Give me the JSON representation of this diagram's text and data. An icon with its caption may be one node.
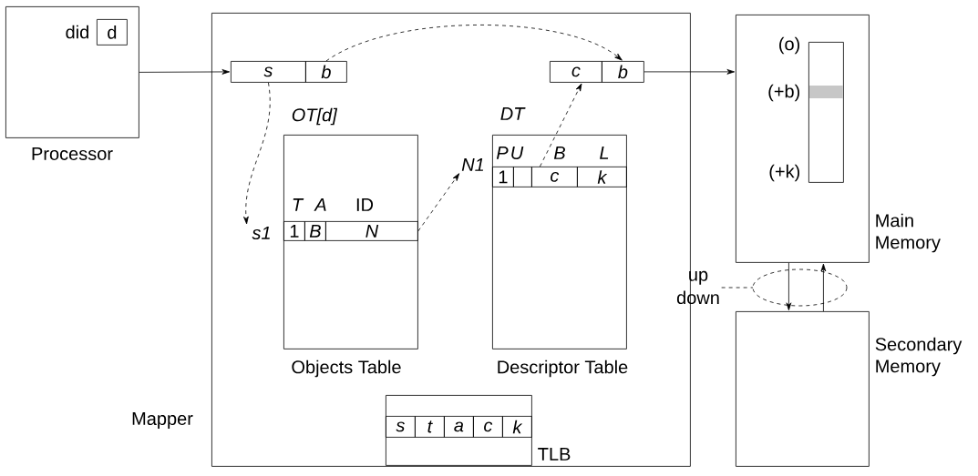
{
  "diagram": {
    "nodes": [
      {
        "text": [
          "Processor"
        ]
      },
      {
        "text": [
          "d"
        ],
        "in": 0,
        "beside": [
          "did"
        ]
      },
      {
        "text": [
          "Mapper"
        ]
      },
      {
        "text": [
          "s"
        ],
        "in": 2
      },
      {
        "text": [
          "b"
        ],
        "in": 2
      },
      {
        "text": [
          "c"
        ],
        "in": 2
      },
      {
        "text": [
          "b"
        ],
        "in": 2
      },
      {
        "text": [
          "OT[d]",
          "Objects Table"
        ],
        "in": 2
      },
      {
        "text": [
          "1"
        ],
        "in": 7
      },
      {
        "text": [
          "B"
        ],
        "in": 7
      },
      {
        "text": [
          "N"
        ],
        "in": 7
      },
      {
        "text": [
          "s1"
        ],
        "in": 2
      },
      {
        "text": [
          "N1"
        ],
        "in": 2
      },
      {
        "text": [
          "DT",
          "Descriptor Table"
        ],
        "in": 2
      },
      {
        "text": [
          "1"
        ],
        "in": 13
      },
      {
        "text": [],
        "shape": "box",
        "in": 13
      },
      {
        "text": [
          "c"
        ],
        "in": 13
      },
      {
        "text": [
          "k"
        ],
        "in": 13
      },
      {
        "text": [
          "TLB"
        ],
        "in": 2
      },
      {
        "text": [
          "s"
        ],
        "in": 18
      },
      {
        "text": [
          "t"
        ],
        "in": 18
      },
      {
        "text": [
          "a"
        ],
        "in": 18
      },
      {
        "text": [
          "c"
        ],
        "in": 18
      },
      {
        "text": [
          "k"
        ],
        "in": 18
      },
      {
        "text": [
          "Main Memory"
        ]
      },
      {
        "text": [],
        "shape": "bar",
        "in": 24,
        "beside": [
          "(o)",
          "(+b)",
          "(+k)"
        ]
      },
      {
        "text": [
          "Secondary Memory"
        ]
      },
      {
        "text": [
          "up",
          "down"
        ]
      }
    ],
    "edges": [
      {
        "from": 0,
        "to": 3,
        "arrow": "to"
      },
      {
        "from": 4,
        "to": 6,
        "arrow": "to",
        "style": "dashed"
      },
      {
        "from": 3,
        "to": 11,
        "arrow": "to",
        "style": "dashed"
      },
      {
        "from": 10,
        "to": 12,
        "arrow": "to",
        "style": "dashed"
      },
      {
        "from": 16,
        "to": 5,
        "arrow": "to",
        "style": "dashed"
      },
      {
        "from": 6,
        "to": 24,
        "arrow": "to"
      },
      {
        "from": 24,
        "to": 26,
        "arrow": "to"
      },
      {
        "from": 26,
        "to": 24,
        "arrow": "to"
      },
      {
        "from": 27,
        "to": null,
        "arrow": "none",
        "style": "dashed"
      }
    ],
    "labels": [
      "T",
      "A",
      "ID",
      "P",
      "U",
      "B",
      "L"
    ]
  }
}
